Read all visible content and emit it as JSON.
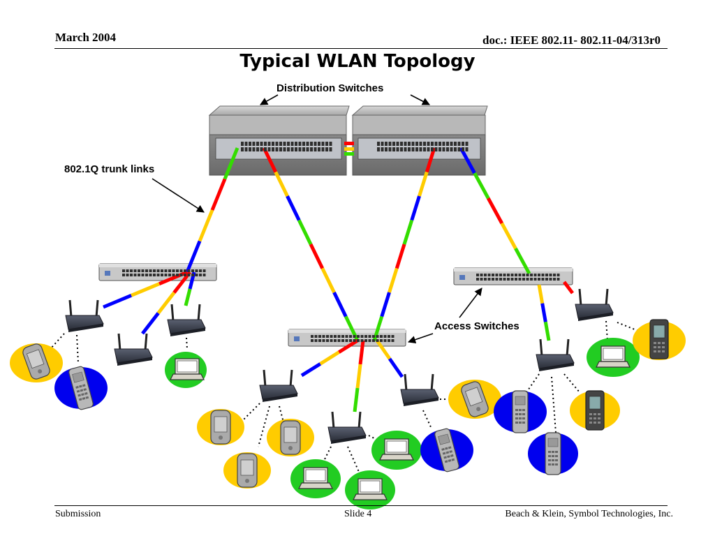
{
  "header": {
    "date": "March 2004",
    "doc": "doc.: IEEE 802.11- 802.11-04/313r0"
  },
  "title": "Typical WLAN Topology",
  "labels": {
    "distribution": "Distribution Switches",
    "trunk": "802.1Q trunk links",
    "access": "Access Switches"
  },
  "footer": {
    "left": "Submission",
    "center": "Slide 4",
    "right": "Beach & Klein, Symbol Technologies, Inc."
  },
  "colors": {
    "vlan_red": "#ff0000",
    "vlan_yellow": "#ffcc00",
    "vlan_blue": "#0000ff",
    "vlan_green": "#33dd00",
    "halo_yellow": "#ffcc00",
    "halo_blue": "#0000ee",
    "halo_green": "#22cc22"
  }
}
